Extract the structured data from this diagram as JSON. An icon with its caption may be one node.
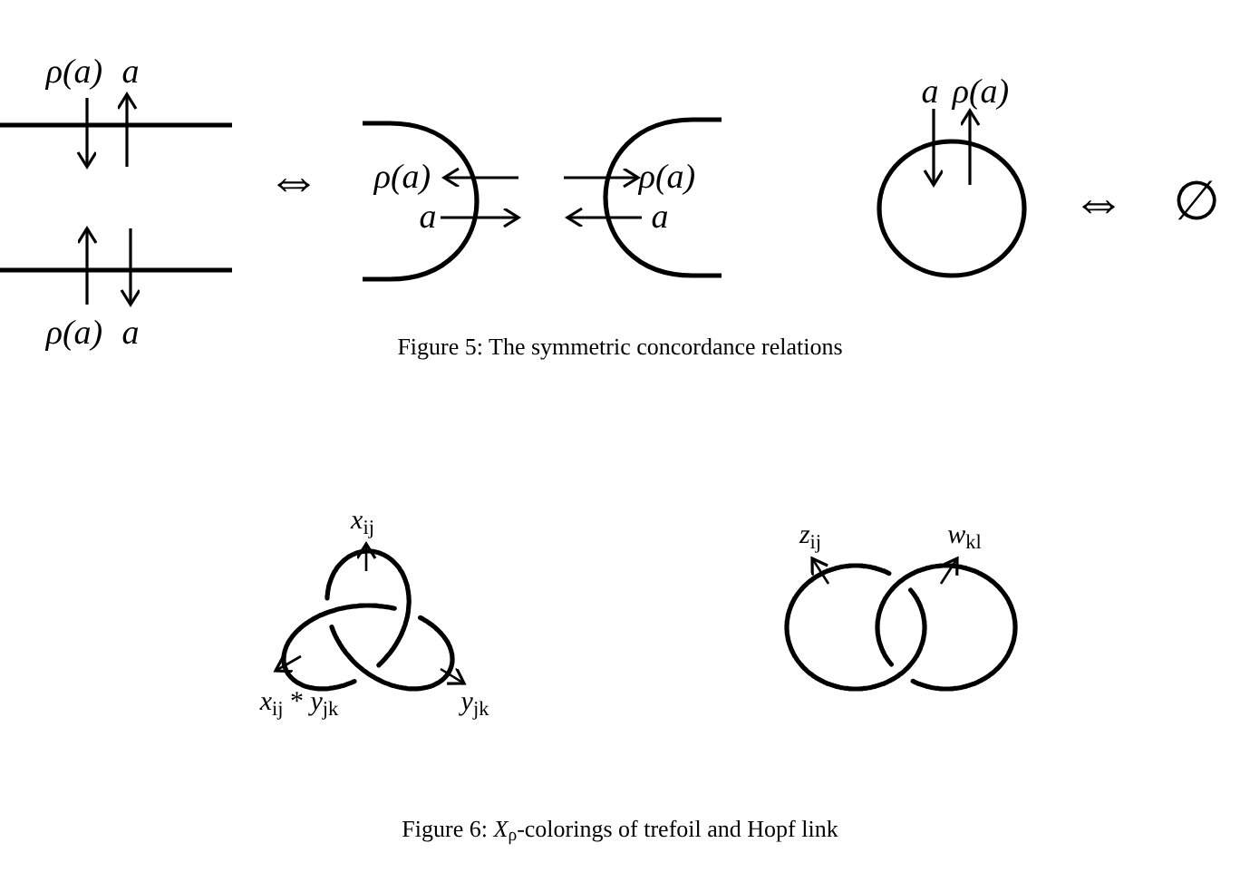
{
  "diagram": {
    "labels": [
      "ρ(a)",
      "a",
      "a",
      "ρ(a)",
      "⇔",
      "ρ(a)",
      "ρ(a)",
      "⇔",
      "∅",
      "a",
      "a",
      "ρ(a)",
      "a",
      "Figure 5: The symmetric concordance relations",
      "*x*$_{ij}$",
      "*z*$_{ij}$",
      "*w*$_{kl}$",
      "*x*$_{ij}$ * *y*$_{jk}$",
      "*y*$_{jk}$",
      "Figure 6: *X*$_{ρ}$-colorings of trefoil and Hopf link"
    ]
  }
}
